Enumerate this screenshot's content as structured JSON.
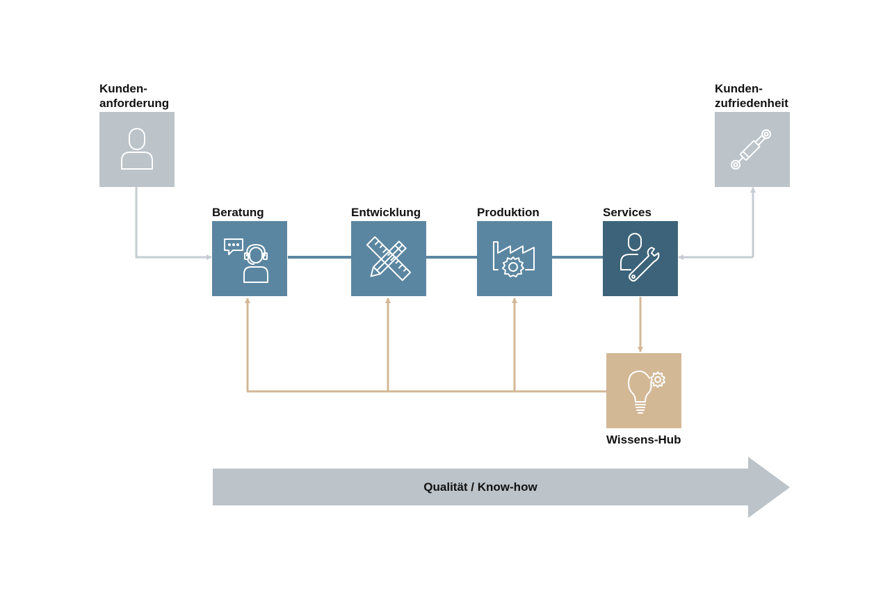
{
  "nodes": {
    "kundenanforderung": {
      "label_line1": "Kunden-",
      "label_line2": "anforderung",
      "icon": "person-icon"
    },
    "kundenzufriedenheit": {
      "label_line1": "Kunden-",
      "label_line2": "zufriedenheit",
      "icon": "hydraulic-cylinder-icon"
    },
    "beratung": {
      "label": "Beratung",
      "icon": "headset-support-icon"
    },
    "entwicklung": {
      "label": "Entwicklung",
      "icon": "pencil-ruler-icon"
    },
    "produktion": {
      "label": "Produktion",
      "icon": "factory-gear-icon"
    },
    "services": {
      "label": "Services",
      "icon": "person-wrench-icon"
    },
    "wissens_hub": {
      "label": "Wissens-Hub",
      "icon": "lightbulb-gear-icon"
    }
  },
  "bottom_arrow": {
    "label": "Qualität / Know-how"
  },
  "colors": {
    "grey_box": "#bcc3c9",
    "blue_box": "#5b86a1",
    "dark_box": "#3c6379",
    "tan_box": "#d3b896",
    "grey_connector": "#c6ccd1",
    "blue_connector": "#5b86a1",
    "tan_connector": "#d3b896",
    "arrow": "#bcc3c9"
  }
}
